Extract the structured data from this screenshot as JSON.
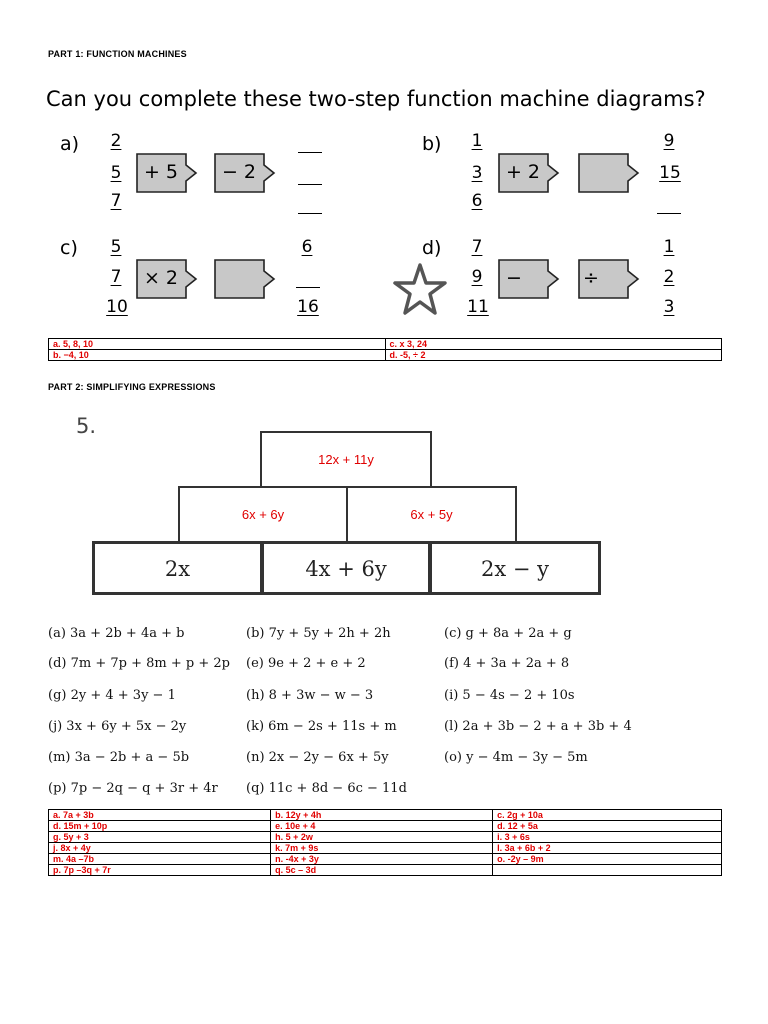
{
  "part1": {
    "title": "PART 1: FUNCTION MACHINES",
    "question": "Can you complete these two-step function machine diagrams?",
    "machines": {
      "a": {
        "label": "a)",
        "inputs": [
          "2",
          "5",
          "7"
        ],
        "op1": "+ 5",
        "op2": "− 2",
        "outputs": [
          "",
          "",
          ""
        ]
      },
      "b": {
        "label": "b)",
        "inputs": [
          "1",
          "3",
          "6"
        ],
        "op1": "+ 2",
        "op2": "",
        "outputs": [
          "9",
          "15",
          ""
        ]
      },
      "c": {
        "label": "c)",
        "inputs": [
          "5",
          "7",
          "10"
        ],
        "op1": "× 2",
        "op2": "",
        "outputs": [
          "6",
          "",
          "16"
        ]
      },
      "d": {
        "label": "d)",
        "inputs": [
          "7",
          "9",
          "11"
        ],
        "op1": "−",
        "op2": "÷",
        "outputs": [
          "1",
          "2",
          "3"
        ]
      }
    },
    "answers": [
      [
        "a. 5, 8, 10",
        "c. x 3, 24"
      ],
      [
        "b. −4, 10",
        "d. -5, ÷ 2"
      ]
    ]
  },
  "part2": {
    "title": "PART 2: SIMPLIFYING EXPRESSIONS",
    "pyramid": {
      "number": "5.",
      "top": "12x + 11y",
      "middle": [
        "6x + 6y",
        "6x + 5y"
      ],
      "bottom": [
        "2x",
        "4x + 6y",
        "2x − y"
      ]
    },
    "expressions": [
      [
        "(a)  3a + 2b + 4a + b",
        "(b)  7y + 5y + 2h + 2h",
        "(c)  g + 8a + 2a + g"
      ],
      [
        "(d)  7m + 7p + 8m + p + 2p",
        "(e)  9e + 2 + e + 2",
        "(f)  4 + 3a + 2a + 8"
      ],
      [
        "(g)  2y + 4 + 3y − 1",
        "(h)  8 + 3w − w − 3",
        "(i)  5 − 4s − 2 + 10s"
      ],
      [
        "(j)  3x + 6y + 5x − 2y",
        "(k)  6m − 2s + 11s + m",
        "(l)  2a + 3b − 2 + a + 3b + 4"
      ],
      [
        "(m)  3a − 2b + a − 5b",
        "(n)  2x − 2y − 6x + 5y",
        "(o)  y − 4m − 3y − 5m"
      ],
      [
        "(p)  7p − 2q − q + 3r + 4r",
        "(q)  11c + 8d − 6c − 11d",
        ""
      ]
    ],
    "answers": [
      [
        "a. 7a + 3b",
        "b. 12y + 4h",
        "c. 2g + 10a"
      ],
      [
        "d. 15m + 10p",
        "e. 10e + 4",
        "d. 12 + 5a"
      ],
      [
        "g. 5y + 3",
        "h. 5 + 2w",
        "i. 3 + 6s"
      ],
      [
        "j. 8x + 4y",
        "k. 7m + 9s",
        "l. 3a + 6b + 2"
      ],
      [
        "m. 4a –7b",
        "n. -4x + 3y",
        "o. -2y – 9m"
      ],
      [
        "p. 7p –3q + 7r",
        "q. 5c – 3d",
        ""
      ]
    ]
  }
}
